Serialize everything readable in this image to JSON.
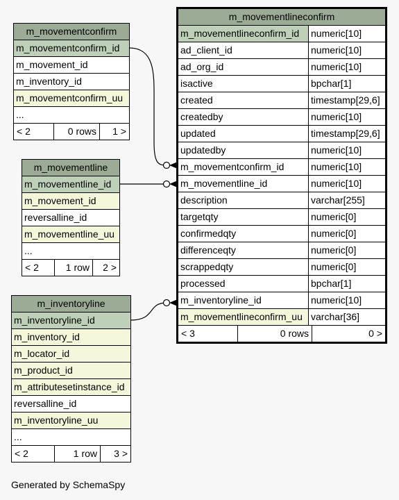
{
  "tables": {
    "movementconfirm": {
      "name": "m_movementconfirm",
      "columns": [
        {
          "name": "m_movementconfirm_id",
          "kind": "pk"
        },
        {
          "name": "m_movement_id",
          "kind": "plain"
        },
        {
          "name": "m_inventory_id",
          "kind": "plain"
        },
        {
          "name": "m_movementconfirm_uu",
          "kind": "idx"
        },
        {
          "name": "...",
          "kind": "plain"
        }
      ],
      "footer": {
        "parents": "< 2",
        "rows": "0 rows",
        "children": "1 >"
      }
    },
    "movementline": {
      "name": "m_movementline",
      "columns": [
        {
          "name": "m_movementline_id",
          "kind": "pk"
        },
        {
          "name": "m_movement_id",
          "kind": "idx"
        },
        {
          "name": "reversalline_id",
          "kind": "plain"
        },
        {
          "name": "m_movementline_uu",
          "kind": "idx"
        },
        {
          "name": "...",
          "kind": "plain"
        }
      ],
      "footer": {
        "parents": "< 2",
        "rows": "1 row",
        "children": "2 >"
      }
    },
    "inventoryline": {
      "name": "m_inventoryline",
      "columns": [
        {
          "name": "m_inventoryline_id",
          "kind": "pk"
        },
        {
          "name": "m_inventory_id",
          "kind": "idx"
        },
        {
          "name": "m_locator_id",
          "kind": "idx"
        },
        {
          "name": "m_product_id",
          "kind": "idx"
        },
        {
          "name": "m_attributesetinstance_id",
          "kind": "idx"
        },
        {
          "name": "reversalline_id",
          "kind": "plain"
        },
        {
          "name": "m_inventoryline_uu",
          "kind": "idx"
        },
        {
          "name": "...",
          "kind": "plain"
        }
      ],
      "footer": {
        "parents": "< 2",
        "rows": "1 row",
        "children": "3 >"
      }
    },
    "movementlineconfirm": {
      "name": "m_movementlineconfirm",
      "columns": [
        {
          "name": "m_movementlineconfirm_id",
          "type": "numeric[10]",
          "kind": "pk"
        },
        {
          "name": "ad_client_id",
          "type": "numeric[10]",
          "kind": "plain"
        },
        {
          "name": "ad_org_id",
          "type": "numeric[10]",
          "kind": "plain"
        },
        {
          "name": "isactive",
          "type": "bpchar[1]",
          "kind": "plain"
        },
        {
          "name": "created",
          "type": "timestamp[29,6]",
          "kind": "plain"
        },
        {
          "name": "createdby",
          "type": "numeric[10]",
          "kind": "plain"
        },
        {
          "name": "updated",
          "type": "timestamp[29,6]",
          "kind": "plain"
        },
        {
          "name": "updatedby",
          "type": "numeric[10]",
          "kind": "plain"
        },
        {
          "name": "m_movementconfirm_id",
          "type": "numeric[10]",
          "kind": "plain"
        },
        {
          "name": "m_movementline_id",
          "type": "numeric[10]",
          "kind": "plain"
        },
        {
          "name": "description",
          "type": "varchar[255]",
          "kind": "plain"
        },
        {
          "name": "targetqty",
          "type": "numeric[0]",
          "kind": "plain"
        },
        {
          "name": "confirmedqty",
          "type": "numeric[0]",
          "kind": "plain"
        },
        {
          "name": "differenceqty",
          "type": "numeric[0]",
          "kind": "plain"
        },
        {
          "name": "scrappedqty",
          "type": "numeric[0]",
          "kind": "plain"
        },
        {
          "name": "processed",
          "type": "bpchar[1]",
          "kind": "plain"
        },
        {
          "name": "m_inventoryline_id",
          "type": "numeric[10]",
          "kind": "plain"
        },
        {
          "name": "m_movementlineconfirm_uu",
          "type": "varchar[36]",
          "kind": "idx"
        }
      ],
      "footer": {
        "parents": "< 3",
        "rows": "0 rows",
        "children": "0 >"
      }
    }
  },
  "caption": "Generated by SchemaSpy",
  "colors": {
    "title_bg": "#9bab96",
    "pk_bg": "#bed1b8",
    "index_bg": "#f4f7da",
    "page_bg": "#f7f7f7"
  }
}
